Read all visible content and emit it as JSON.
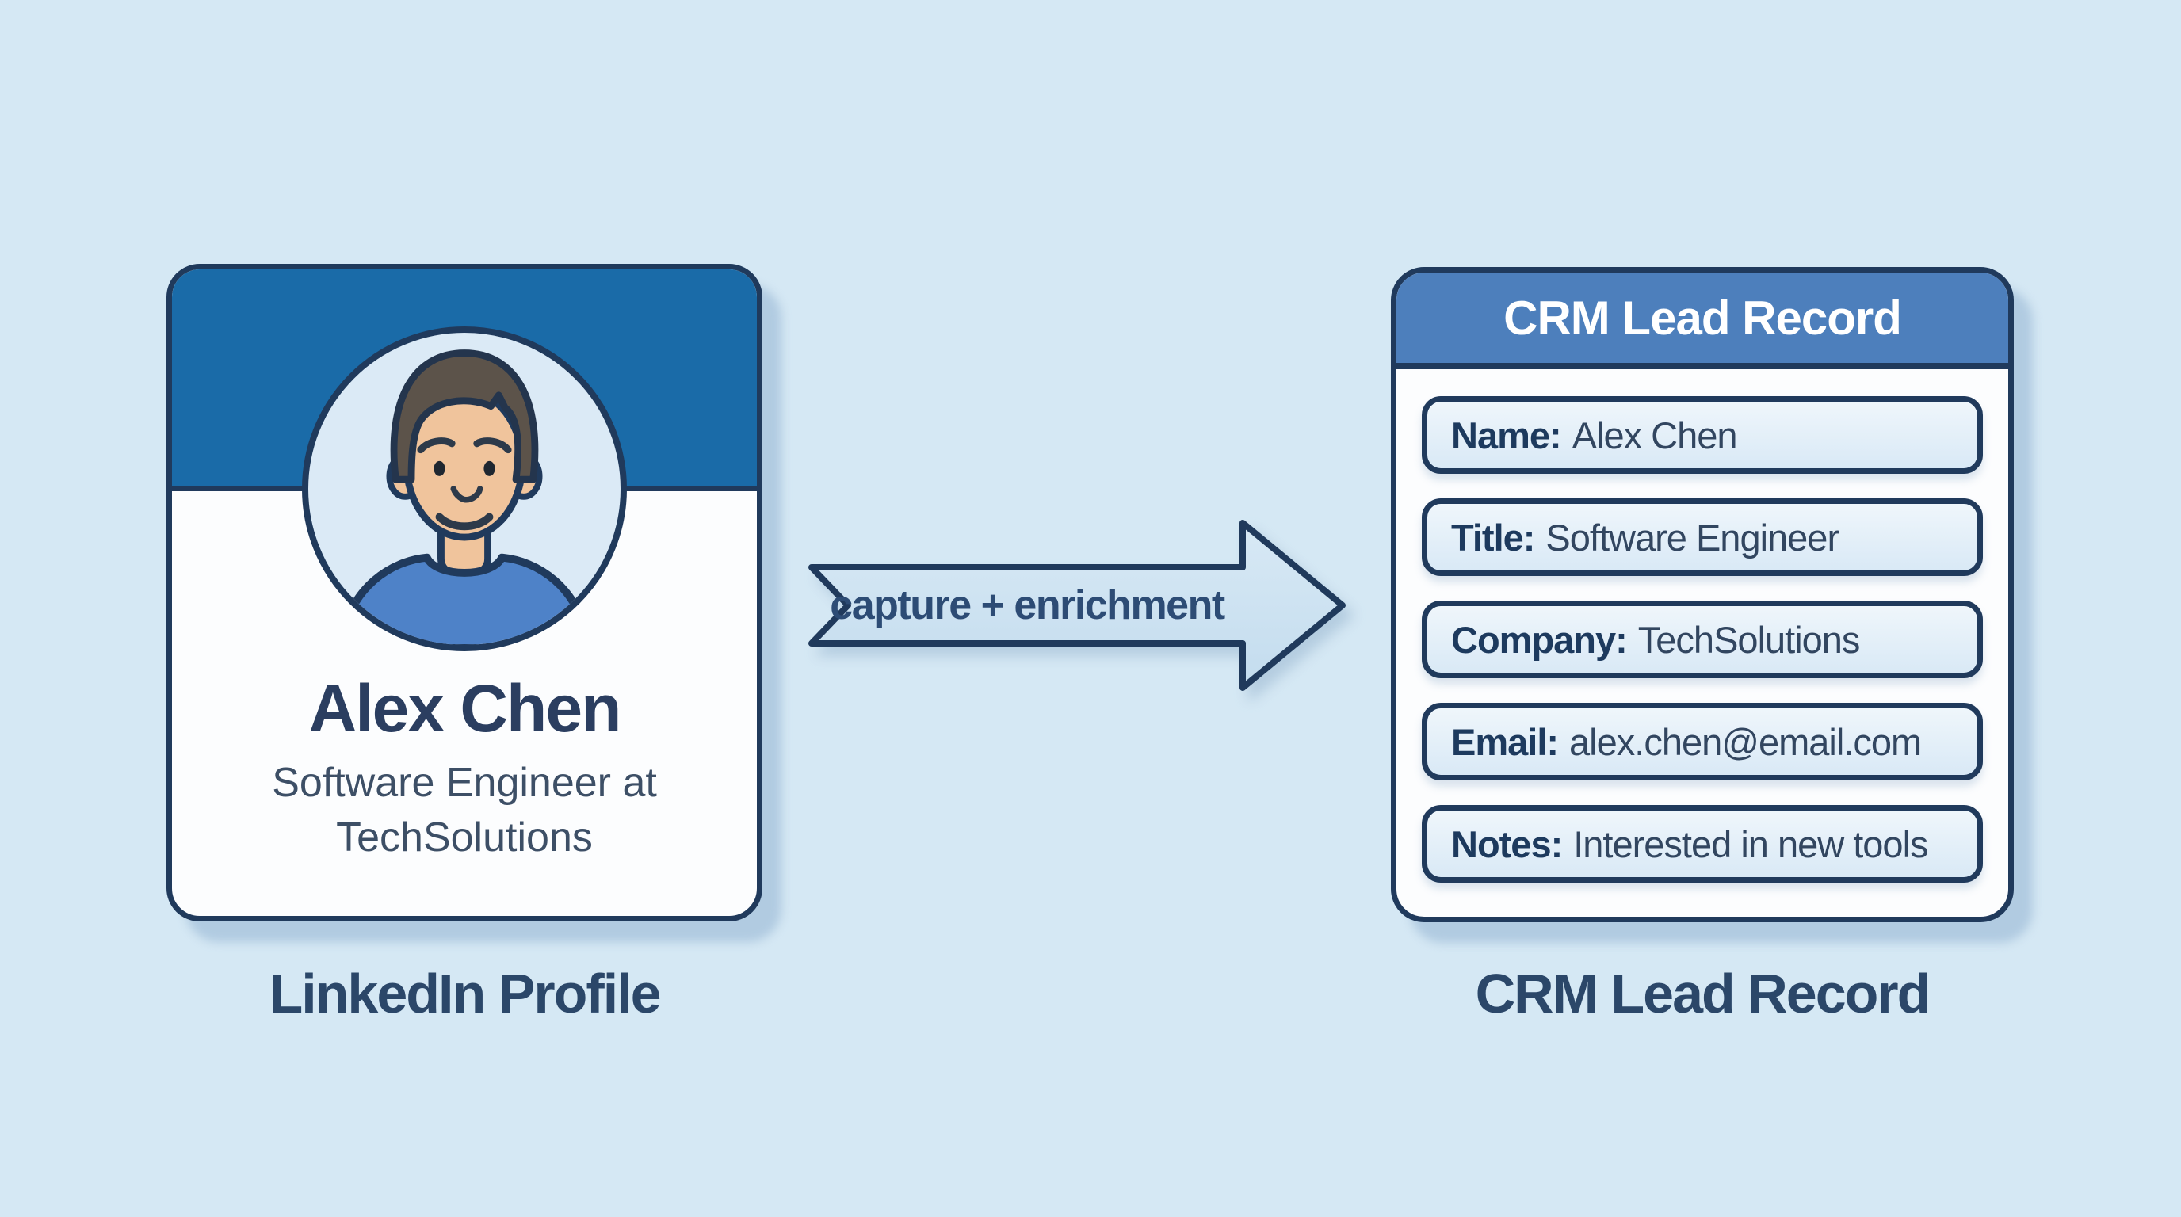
{
  "colors": {
    "background": "#d5e8f4",
    "outline_navy": "#203a5c",
    "linkedin_header_blue": "#1a6ba8",
    "crm_header_blue": "#4d7fbc",
    "card_white": "#fcfdfe",
    "field_fill_light_blue": "#e2eff9",
    "arrow_fill_light_blue": "#cfe4f2",
    "name_text_navy": "#2b3e60",
    "caption_navy": "#2b4769",
    "avatar_circle_bg": "#dbeaf6",
    "skin_tone": "#f0c49c",
    "hair_brown": "#5c534a",
    "shirt_blue": "#4e82c8"
  },
  "icons": {
    "avatar": "man-avatar-icon",
    "arrow": "arrow-right-icon"
  },
  "linkedin_card": {
    "name": "Alex Chen",
    "headline": "Software Engineer at TechSolutions",
    "caption": "LinkedIn Profile"
  },
  "flow_arrow": {
    "label": "capture + enrichment"
  },
  "crm_card": {
    "title": "CRM Lead Record",
    "caption": "CRM Lead Record",
    "fields": [
      {
        "label": "Name:",
        "value": "Alex Chen"
      },
      {
        "label": "Title:",
        "value": "Software Engineer"
      },
      {
        "label": "Company:",
        "value": "TechSolutions"
      },
      {
        "label": "Email:",
        "value": "alex.chen@email.com"
      },
      {
        "label": "Notes:",
        "value": "Interested in new tools"
      }
    ]
  }
}
